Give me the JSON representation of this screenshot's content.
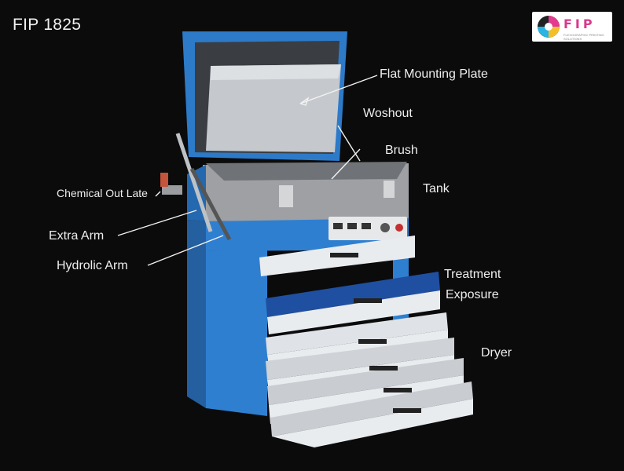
{
  "header": {
    "model": "FIP 1825"
  },
  "logo": {
    "text": "FIP",
    "tagline": "FLEXOGRAPHIC PRINTING SOLUTIONS"
  },
  "labels": {
    "flat_mounting_plate": "Flat Mounting Plate",
    "woshout": "Woshout",
    "brush": "Brush",
    "tank": "Tank",
    "chemical_out_late": "Chemical Out Late",
    "extra_arm": "Extra Arm",
    "hydrolic_arm": "Hydrolic Arm",
    "treatment": "Treatment",
    "exposure": "Exposure",
    "dryer": "Dryer"
  },
  "colors": {
    "background": "#0b0b0c",
    "cabinet_blue": "#2f7fd0",
    "tank_grey": "#a8a9ab",
    "drawer_white": "#e9ecef"
  }
}
